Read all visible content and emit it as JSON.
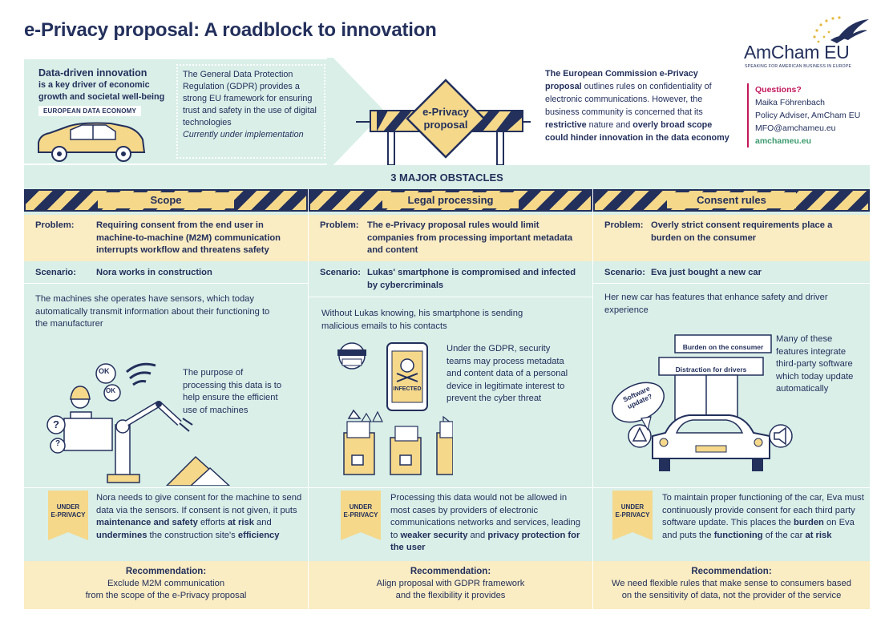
{
  "header": {
    "title": "e-Privacy proposal: A roadblock to innovation",
    "logo_text": "AmCham EU",
    "logo_tagline": "SPEAKING FOR AMERICAN BUSINESS IN EUROPE"
  },
  "intro": {
    "ddi_title": "Data-driven innovation",
    "ddi_text": "is a key driver of economic growth and societal well-being",
    "ddi_badge": "EUROPEAN DATA ECONOMY",
    "gdpr_text": "The General Data Protection Regulation (GDPR) provides a strong EU framework for ensuring trust and safety in the use of digital technologies",
    "gdpr_status": "Currently under implementation",
    "roadblock_label_1": "e-Privacy",
    "roadblock_label_2": "proposal",
    "commission_bold_1": "The European Commission e-Privacy",
    "commission_bold_2": "proposal",
    "commission_text_1": " outlines rules on confidentiality of electronic communications. However, the business community is concerned that its ",
    "commission_bold_3": "restrictive",
    "commission_text_2": " nature and ",
    "commission_bold_4": "overly broad scope could hinder innovation in the data economy"
  },
  "contact": {
    "heading": "Questions?",
    "name": "Maika Föhrenbach",
    "role": "Policy Adviser, AmCham EU",
    "email": "MFO@amchameu.eu",
    "website": "amchameu.eu"
  },
  "obstacles_title": "3 MAJOR OBSTACLES",
  "labels": {
    "problem": "Problem:",
    "scenario": "Scenario:",
    "under_1": "UNDER",
    "under_2": "E-PRIVACY",
    "recommendation": "Recommendation:"
  },
  "scope": {
    "title": "Scope",
    "problem": "Requiring consent from the end user in machine-to-machine (M2M) communication interrupts workflow and threatens safety",
    "scenario": "Nora works in construction",
    "story": "The machines she operates have sensors, which today automatically transmit information about their functioning to the manufacturer",
    "purpose": "The purpose of processing this data is to help ensure the efficient use of machines",
    "ok1": "OK",
    "ok2": "OK",
    "q1": "?",
    "q2": "?",
    "under_a": "Nora needs to give consent for the machine to send data via the sensors. If consent is not given, it puts ",
    "under_b": "maintenance and safety",
    "under_c": " efforts ",
    "under_d": "at risk",
    "under_e": " and ",
    "under_f": "undermines",
    "under_g": " the construction site's ",
    "under_h": "efficiency",
    "rec_1": "Exclude M2M communication",
    "rec_2": "from the scope of the e-Privacy proposal"
  },
  "legal": {
    "title": "Legal processing",
    "problem": "The e-Privacy proposal rules would limit companies from processing important metadata and content",
    "scenario": "Lukas' smartphone is compromised and infected by cybercriminals",
    "story": "Without Lukas knowing, his smartphone is sending malicious emails to his contacts",
    "gdpr": "Under the GDPR, security teams may process metadata and content data of a personal device in legitimate interest to prevent the cyber threat",
    "infected": "INFECTED",
    "under_a": "Processing this data would not be allowed in most cases by providers of electronic communications networks and services, leading to ",
    "under_b": "weaker security",
    "under_c": " and ",
    "under_d": "privacy protection for the user",
    "rec_1": "Align proposal with GDPR framework",
    "rec_2": "and the flexibility it provides"
  },
  "consent": {
    "title": "Consent rules",
    "problem": "Overly strict consent requirements place a burden on the consumer",
    "scenario": "Eva just bought a new car",
    "story": "Her new car has features that enhance safety and driver experience",
    "burden_box": "Burden on the consumer",
    "distraction_box": "Distraction for drivers",
    "software_bubble_1": "Software",
    "software_bubble_2": "update?",
    "features": "Many of these features integrate third-party software which today update automatically",
    "under_a": "To maintain proper functioning of the car, Eva must continuously provide consent for each third party software update. This places the ",
    "under_b": "burden",
    "under_c": " on Eva and puts the ",
    "under_d": "functioning",
    "under_e": " of the car ",
    "under_f": "at risk",
    "rec_1": "We need flexible rules that make sense to consumers based",
    "rec_2": "on the sensitivity of data, not the provider of the service"
  }
}
